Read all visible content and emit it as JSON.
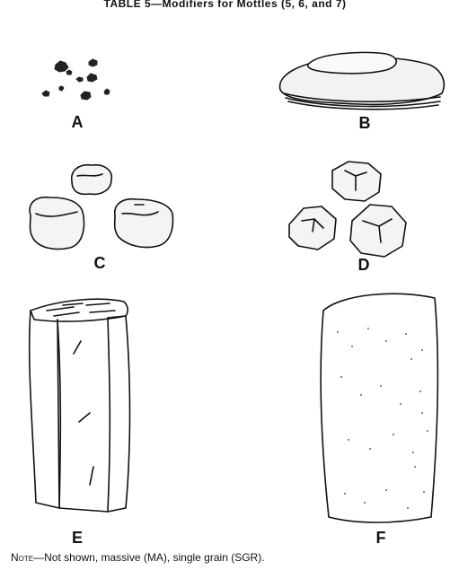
{
  "header": {
    "title": "TABLE 5—Modifiers for Mottles (5, 6, and 7)"
  },
  "panels": [
    {
      "id": "A",
      "label": "A"
    },
    {
      "id": "B",
      "label": "B"
    },
    {
      "id": "C",
      "label": "C"
    },
    {
      "id": "D",
      "label": "D"
    },
    {
      "id": "E",
      "label": "E"
    },
    {
      "id": "F",
      "label": "F"
    }
  ],
  "note": {
    "prefix": "Note",
    "text": "—Not shown, massive (MA), single grain (SGR)."
  }
}
